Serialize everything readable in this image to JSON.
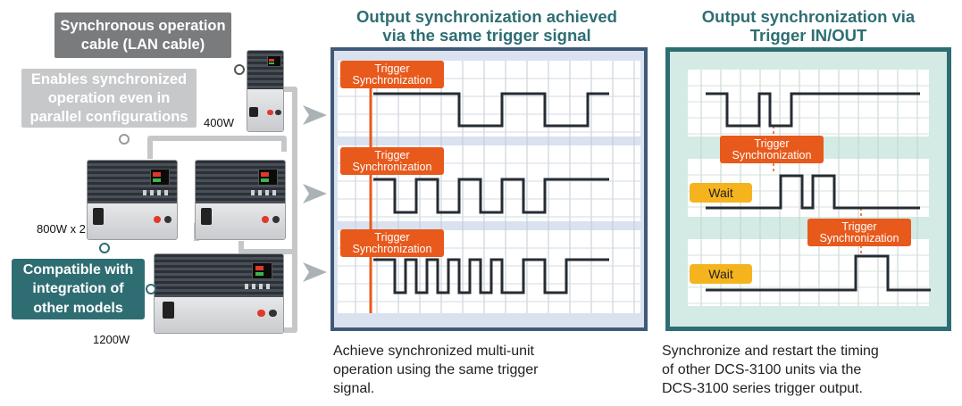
{
  "left_panel": {
    "callout_cable": "Synchronous operation\ncable (LAN cable)",
    "callout_parallel": "Enables synchronized\noperation even in\nparallel configurations",
    "callout_compatible": "Compatible with\nintegration of\nother models",
    "label_400w": "400W",
    "label_800w": "800W x 2",
    "label_1200w": "1200W"
  },
  "middle_panel": {
    "title": "Output synchronization achieved\nvia the same trigger signal",
    "trigger_labels": [
      "Trigger\nSynchronization",
      "Trigger\nSynchronization",
      "Trigger\nSynchronization"
    ],
    "caption": "Achieve synchronized multi-unit\noperation using the same trigger\nsignal."
  },
  "right_panel": {
    "title": "Output synchronization via\nTrigger IN/OUT",
    "trigger_labels": [
      "Trigger\nSynchronization",
      "Trigger\nSynchronization"
    ],
    "wait_labels": [
      "Wait",
      "Wait"
    ],
    "caption": "Synchronize and restart the timing\nof other DCS-3100 units via the\nDCS-3100 series trigger output."
  },
  "colors": {
    "teal": "#2e6e73",
    "orange": "#e8591c",
    "wait": "#f5b41e",
    "middle_frame": "#3f5a78",
    "middle_bg": "#d9e2ee",
    "right_frame": "#2e6e73",
    "right_bg": "#d3ebe4",
    "wave": "#262c33"
  },
  "icons": {
    "arrow": "chevron-right-arrow"
  },
  "waveforms": {
    "middle": [
      {
        "start_level": "high",
        "transitions": [
          4,
          6,
          8,
          10
        ],
        "end": 11
      },
      {
        "start_level": "high",
        "transitions": [
          1,
          2,
          3,
          4,
          5,
          6,
          7,
          8
        ],
        "end": 11
      },
      {
        "start_level": "high",
        "transitions": [
          1,
          1.5,
          2,
          2.5,
          3,
          3.5,
          4,
          4.5,
          5,
          5.5,
          6,
          7,
          8,
          9
        ],
        "end": 11
      }
    ],
    "right": [
      {
        "start_level": "high",
        "transitions": [
          1,
          2.5,
          3,
          4
        ],
        "end": 10
      },
      {
        "start_level": "low",
        "transitions": [
          3.5,
          4.5,
          5,
          6
        ],
        "end": 10
      },
      {
        "start_level": "low",
        "transitions": [
          7,
          8.5
        ],
        "end": 10.5
      }
    ]
  }
}
